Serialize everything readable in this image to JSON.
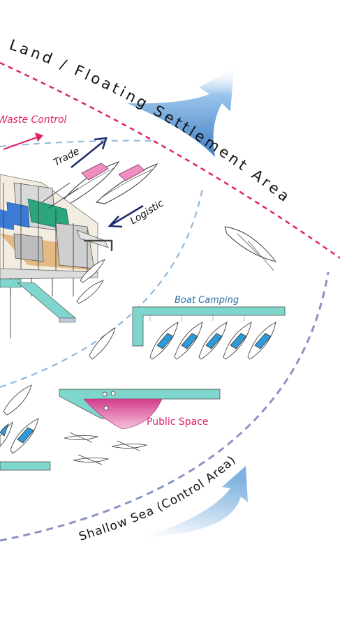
{
  "labels": {
    "land_arc": "Land / Floating Settlement Area",
    "waste_control": "Waste Control",
    "trade": "Trade",
    "logistic": "Logistic",
    "boat_camping": "Boat Camping",
    "public_space": "Public Space",
    "shallow_sea": "Shallow Sea (Control Area)"
  },
  "colors": {
    "magenta": "#e0206b",
    "navy": "#1e2a6b",
    "teal": "#7fd6cc",
    "boat_blue": "#2e9ad8",
    "pink_roof": "#f08ec0",
    "arrow_blue": "#5f9fd6",
    "dash_blue": "#8fb8dc",
    "dash_purple": "#8a94c4"
  }
}
